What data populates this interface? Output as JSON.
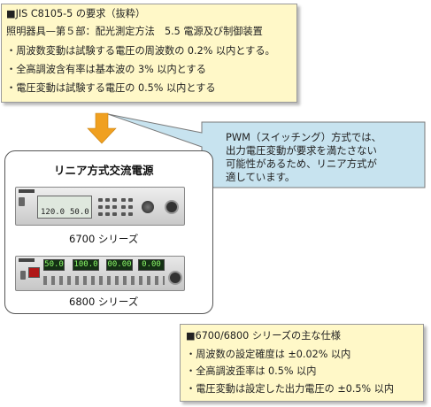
{
  "requirements_note": {
    "title": "■JIS C8105-5 の要求（抜粋）",
    "subtitle": "照明器具—第５部：配光測定方法　5.5 電源及び制御装置",
    "items": [
      "・周波数変動は試験する電圧の周波数の 0.2% 以内とする。",
      "・全高調波含有率は基本波の 3% 以内とする",
      "・電圧変動は試験する電圧の 0.5% 以内とする"
    ]
  },
  "callout": {
    "lines": [
      "PWM（スイッチング）方式では、",
      "出力電圧変動が要求を満たさない",
      "可能性があるため、リニア方式が",
      "適しています。"
    ]
  },
  "products": {
    "title": "リニア方式交流電源",
    "model_a_caption": "6700 シリーズ",
    "model_b_caption": "6800 シリーズ",
    "model_a_display": [
      "120.0",
      "50.0"
    ],
    "model_b_display": [
      "50.0",
      "100.0",
      "00.00",
      "0.00"
    ]
  },
  "spec_note": {
    "title": "■6700/6800 シリーズの主な仕様",
    "items": [
      "・周波数の設定確度は ±0.02% 以内",
      "・全高調波歪率は 0.5% 以内",
      "・電圧変動は設定した出力電圧の ±0.5% 以内"
    ]
  },
  "colors": {
    "note_fill": "#fff8c8",
    "bubble_fill": "#c7e3ef",
    "arrow_fill": "#f0a020"
  }
}
